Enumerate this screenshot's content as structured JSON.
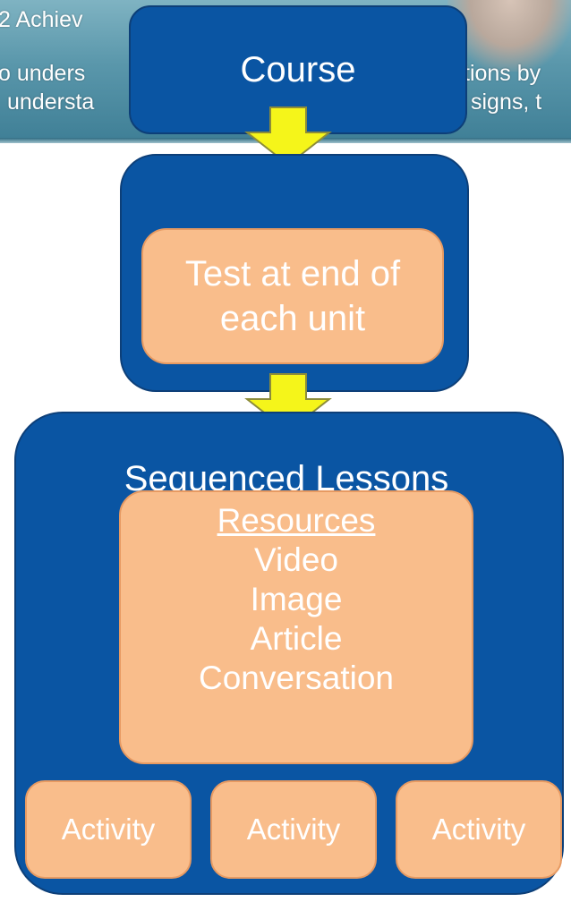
{
  "background": {
    "line1": "2 Achiev",
    "line1_right": "",
    "line2_left": "o unders",
    "line2_right": "tions by",
    "line3_left": "understa",
    "line3_right": "signs, t"
  },
  "course": {
    "label": "Course"
  },
  "unit_box": {
    "test_label": "Test at end of each unit"
  },
  "lessons": {
    "title": "Sequenced Lessons",
    "resources": {
      "heading": "Resources",
      "items": [
        "Video",
        "Image",
        "Article",
        "Conversation"
      ]
    },
    "activities": [
      "Activity",
      "Activity",
      "Activity"
    ]
  },
  "colors": {
    "box_blue": "#0a55a3",
    "box_peach": "#f9bd8b",
    "arrow_yellow": "#f5f51a"
  }
}
